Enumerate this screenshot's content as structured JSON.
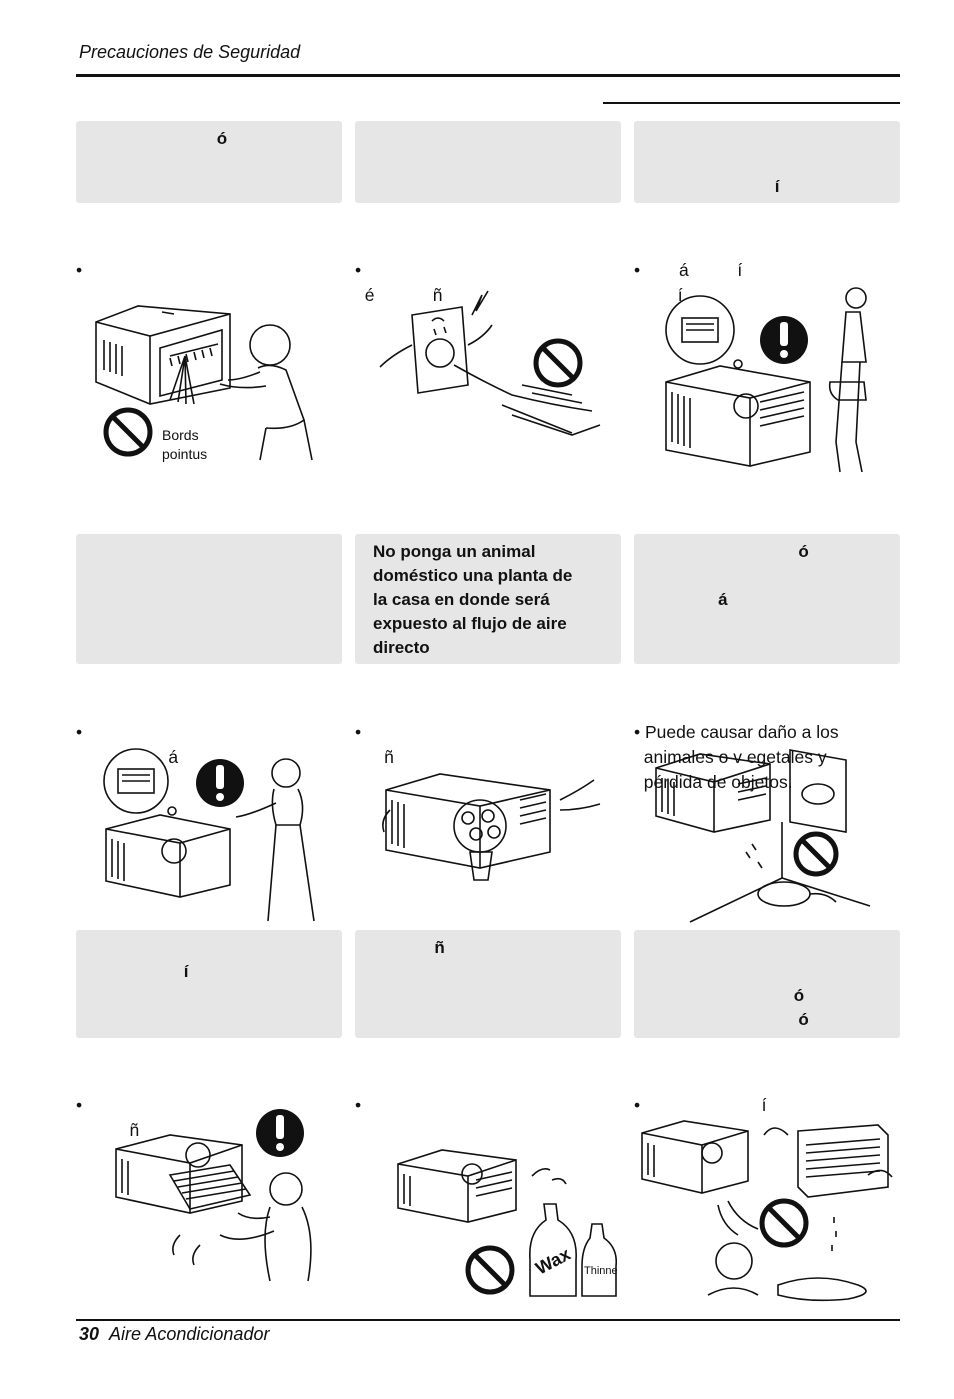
{
  "header": {
    "title": "Precauciones de Seguridad"
  },
  "footer": {
    "page_number": "30",
    "product": "Aire Acondicionador"
  },
  "cells": [
    {
      "box_lines": [
        "                          ó",
        "",
        ""
      ],
      "bullet_lines": [
        "•",
        "",
        ""
      ],
      "figure_label_1": "Bords",
      "figure_label_2": "pointus"
    },
    {
      "box_lines": [
        "",
        "",
        ""
      ],
      "bullet_lines": [
        "•",
        "  é            ñ",
        ""
      ]
    },
    {
      "box_lines": [
        "",
        "",
        "                          í"
      ],
      "bullet_lines": [
        "•        á          í",
        "         í",
        ""
      ]
    },
    {
      "box_lines": [
        "",
        "",
        "",
        ""
      ],
      "bullet_lines": [
        "•",
        "                   á",
        ""
      ]
    },
    {
      "box_lines": [
        "No ponga un animal",
        "doméstico una planta de",
        "la casa en donde será",
        "expuesto al flujo de aire",
        "directo"
      ],
      "bullet_lines": [
        "•",
        "      ñ",
        ""
      ]
    },
    {
      "box_lines": [
        "                               ó",
        "",
        "              á",
        ""
      ],
      "bullet_lines": [
        "• Puede causar daño a los",
        "  animales o v egetales y",
        "  pérdida de objetos."
      ]
    },
    {
      "box_lines": [
        "",
        "                   í",
        "",
        ""
      ],
      "bullet_lines": [
        "•",
        "           ñ",
        ""
      ]
    },
    {
      "box_lines": [
        "             ñ",
        "",
        "",
        ""
      ],
      "bullet_lines": [
        "•",
        "",
        ""
      ]
    },
    {
      "box_lines": [
        "",
        "",
        "                              ó",
        "                               ó"
      ],
      "bullet_lines": [
        "•                         í",
        "",
        ""
      ]
    }
  ],
  "bottle_labels": {
    "wax": "Wax",
    "thinner": "Thinner"
  }
}
